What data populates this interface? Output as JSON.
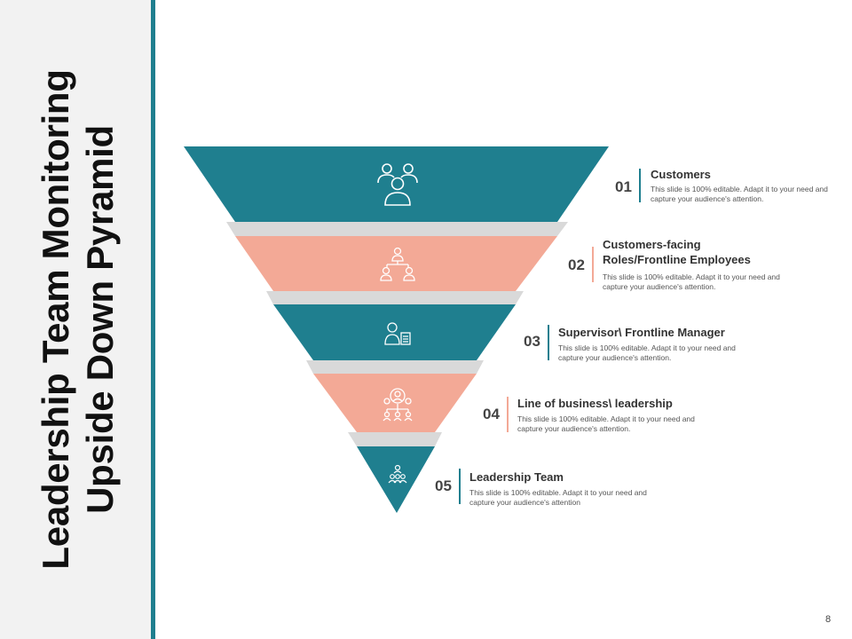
{
  "title": {
    "line1": "Leadership Team Monitoring",
    "line2": "Upside Down Pyramid"
  },
  "colors": {
    "teal": "#1f7f8f",
    "salmon": "#f3a996",
    "gray": "#d9d9d9",
    "sidebar": "#f2f2f2"
  },
  "steps": [
    {
      "number": "01",
      "heading": "Customers",
      "description": "This slide is 100% editable. Adapt it to your need and capture your audience's attention.",
      "icon": "customers-icon"
    },
    {
      "number": "02",
      "heading": "Customers-facing Roles/Frontline Employees",
      "description": "This slide is 100% editable. Adapt it to your need and capture your audience's attention.",
      "icon": "hierarchy-icon"
    },
    {
      "number": "03",
      "heading": "Supervisor\\ Frontline Manager",
      "description": "This slide is 100% editable. Adapt it to your need and capture your audience's attention.",
      "icon": "manager-icon"
    },
    {
      "number": "04",
      "heading": "Line of business\\ leadership",
      "description": "This slide is 100% editable. Adapt it to your need and capture your audience's attention.",
      "icon": "network-icon"
    },
    {
      "number": "05",
      "heading": "Leadership Team",
      "description": "This slide is 100% editable. Adapt it to your need and capture your audience's attention",
      "icon": "team-icon"
    }
  ],
  "page_number": "8"
}
